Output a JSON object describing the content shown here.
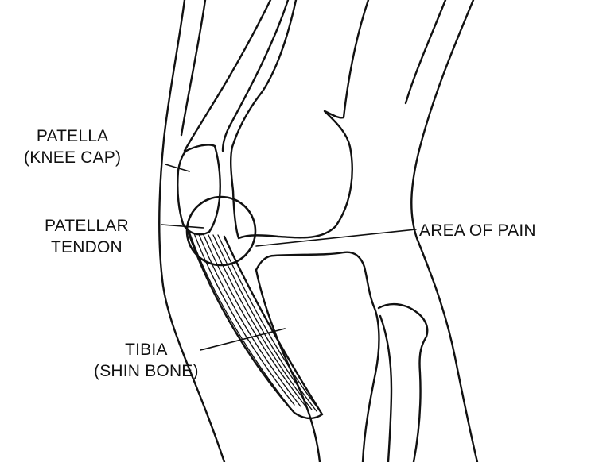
{
  "colors": {
    "ink": "#111111",
    "background": "#ffffff"
  },
  "labels": {
    "patella": {
      "line1": "PATELLA",
      "line2": "(KNEE CAP)"
    },
    "patellar_tendon": {
      "line1": "PATELLAR",
      "line2": "TENDON"
    },
    "tibia": {
      "line1": "TIBIA",
      "line2": "(SHIN BONE)"
    },
    "area_of_pain": {
      "line1": "AREA OF PAIN"
    }
  }
}
